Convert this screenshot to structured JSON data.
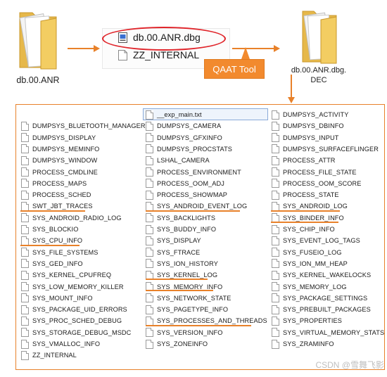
{
  "source_folder": {
    "label": "db.00.ANR",
    "icon": "folder-icon"
  },
  "dbg_file": {
    "name": "db.00.ANR.dbg",
    "icon": "dbg-file-icon"
  },
  "zz_file": {
    "name": "ZZ_INTERNAL",
    "icon": "file-icon"
  },
  "tool": {
    "label": "QAAT Tool",
    "color": "#e8812a"
  },
  "dest_folder": {
    "label_line1": "db.00.ANR.dbg.",
    "label_line2": "DEC",
    "icon": "folder-icon"
  },
  "accent": "#e8812a",
  "watermark": "CSDN @雪舞飞影",
  "file_list": {
    "col1": [
      "DUMPSYS_BLUETOOTH_MANAGER",
      "DUMPSYS_DISPLAY",
      "DUMPSYS_MEMINFO",
      "DUMPSYS_WINDOW",
      "PROCESS_CMDLINE",
      "PROCESS_MAPS",
      "PROCESS_SCHED",
      "SWT_JBT_TRACES",
      "SYS_ANDROID_RADIO_LOG",
      "SYS_BLOCKIO",
      "SYS_CPU_INFO",
      "SYS_FILE_SYSTEMS",
      "SYS_GED_INFO",
      "SYS_KERNEL_CPUFREQ",
      "SYS_LOW_MEMORY_KILLER",
      "SYS_MOUNT_INFO",
      "SYS_PACKAGE_UID_ERRORS",
      "SYS_PROC_SCHED_DEBUG",
      "SYS_STORAGE_DEBUG_MSDC",
      "SYS_VMALLOC_INFO",
      "ZZ_INTERNAL"
    ],
    "col2": [
      "__exp_main.txt",
      "DUMPSYS_CAMERA",
      "DUMPSYS_GFXINFO",
      "DUMPSYS_PROCSTATS",
      "LSHAL_CAMERA",
      "PROCESS_ENVIRONMENT",
      "PROCESS_OOM_ADJ",
      "PROCESS_SHOWMAP",
      "SYS_ANDROID_EVENT_LOG",
      "SYS_BACKLIGHTS",
      "SYS_BUDDY_INFO",
      "SYS_DISPLAY",
      "SYS_FTRACE",
      "SYS_ION_HISTORY",
      "SYS_KERNEL_LOG",
      "SYS_MEMORY_INFO",
      "SYS_NETWORK_STATE",
      "SYS_PAGETYPE_INFO",
      "SYS_PROCESSES_AND_THREADS",
      "SYS_VERSION_INFO",
      "SYS_ZONEINFO"
    ],
    "col3": [
      "DUMPSYS_ACTIVITY",
      "DUMPSYS_DBINFO",
      "DUMPSYS_INPUT",
      "DUMPSYS_SURFACEFLINGER",
      "PROCESS_ATTR",
      "PROCESS_FILE_STATE",
      "PROCESS_OOM_SCORE",
      "PROCESS_STATE",
      "SYS_ANDROID_LOG",
      "SYS_BINDER_INFO",
      "SYS_CHIP_INFO",
      "SYS_EVENT_LOG_TAGS",
      "SYS_FUSEIO_LOG",
      "SYS_ION_MM_HEAP",
      "SYS_KERNEL_WAKELOCKS",
      "SYS_MEMORY_LOG",
      "SYS_PACKAGE_SETTINGS",
      "SYS_PREBUILT_PACKAGES",
      "SYS_PROPERTIES",
      "SYS_VIRTUAL_MEMORY_STATS",
      "SYS_ZRAMINFO"
    ]
  }
}
